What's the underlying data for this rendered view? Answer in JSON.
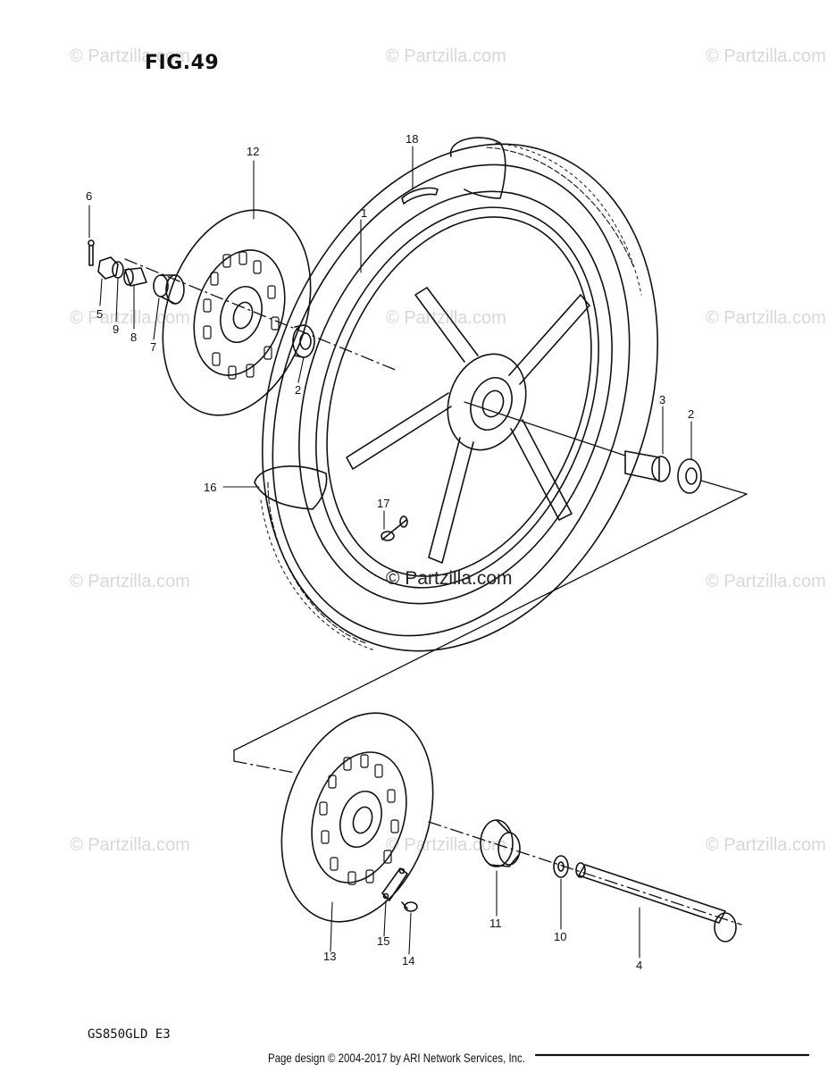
{
  "figure": {
    "title": "FIG.49",
    "model_code": "GS850GLD  E3"
  },
  "footer": {
    "text": "Page design © 2004-2017 by ARI Network Services, Inc."
  },
  "watermark": {
    "text": "© Partzilla.com"
  },
  "callouts": {
    "c1": "1",
    "c2a": "2",
    "c2b": "2",
    "c3": "3",
    "c4": "4",
    "c5": "5",
    "c6": "6",
    "c7": "7",
    "c8": "8",
    "c9": "9",
    "c10": "10",
    "c11": "11",
    "c12": "12",
    "c13": "13",
    "c14": "14",
    "c15": "15",
    "c16": "16",
    "c17": "17",
    "c18": "18"
  }
}
